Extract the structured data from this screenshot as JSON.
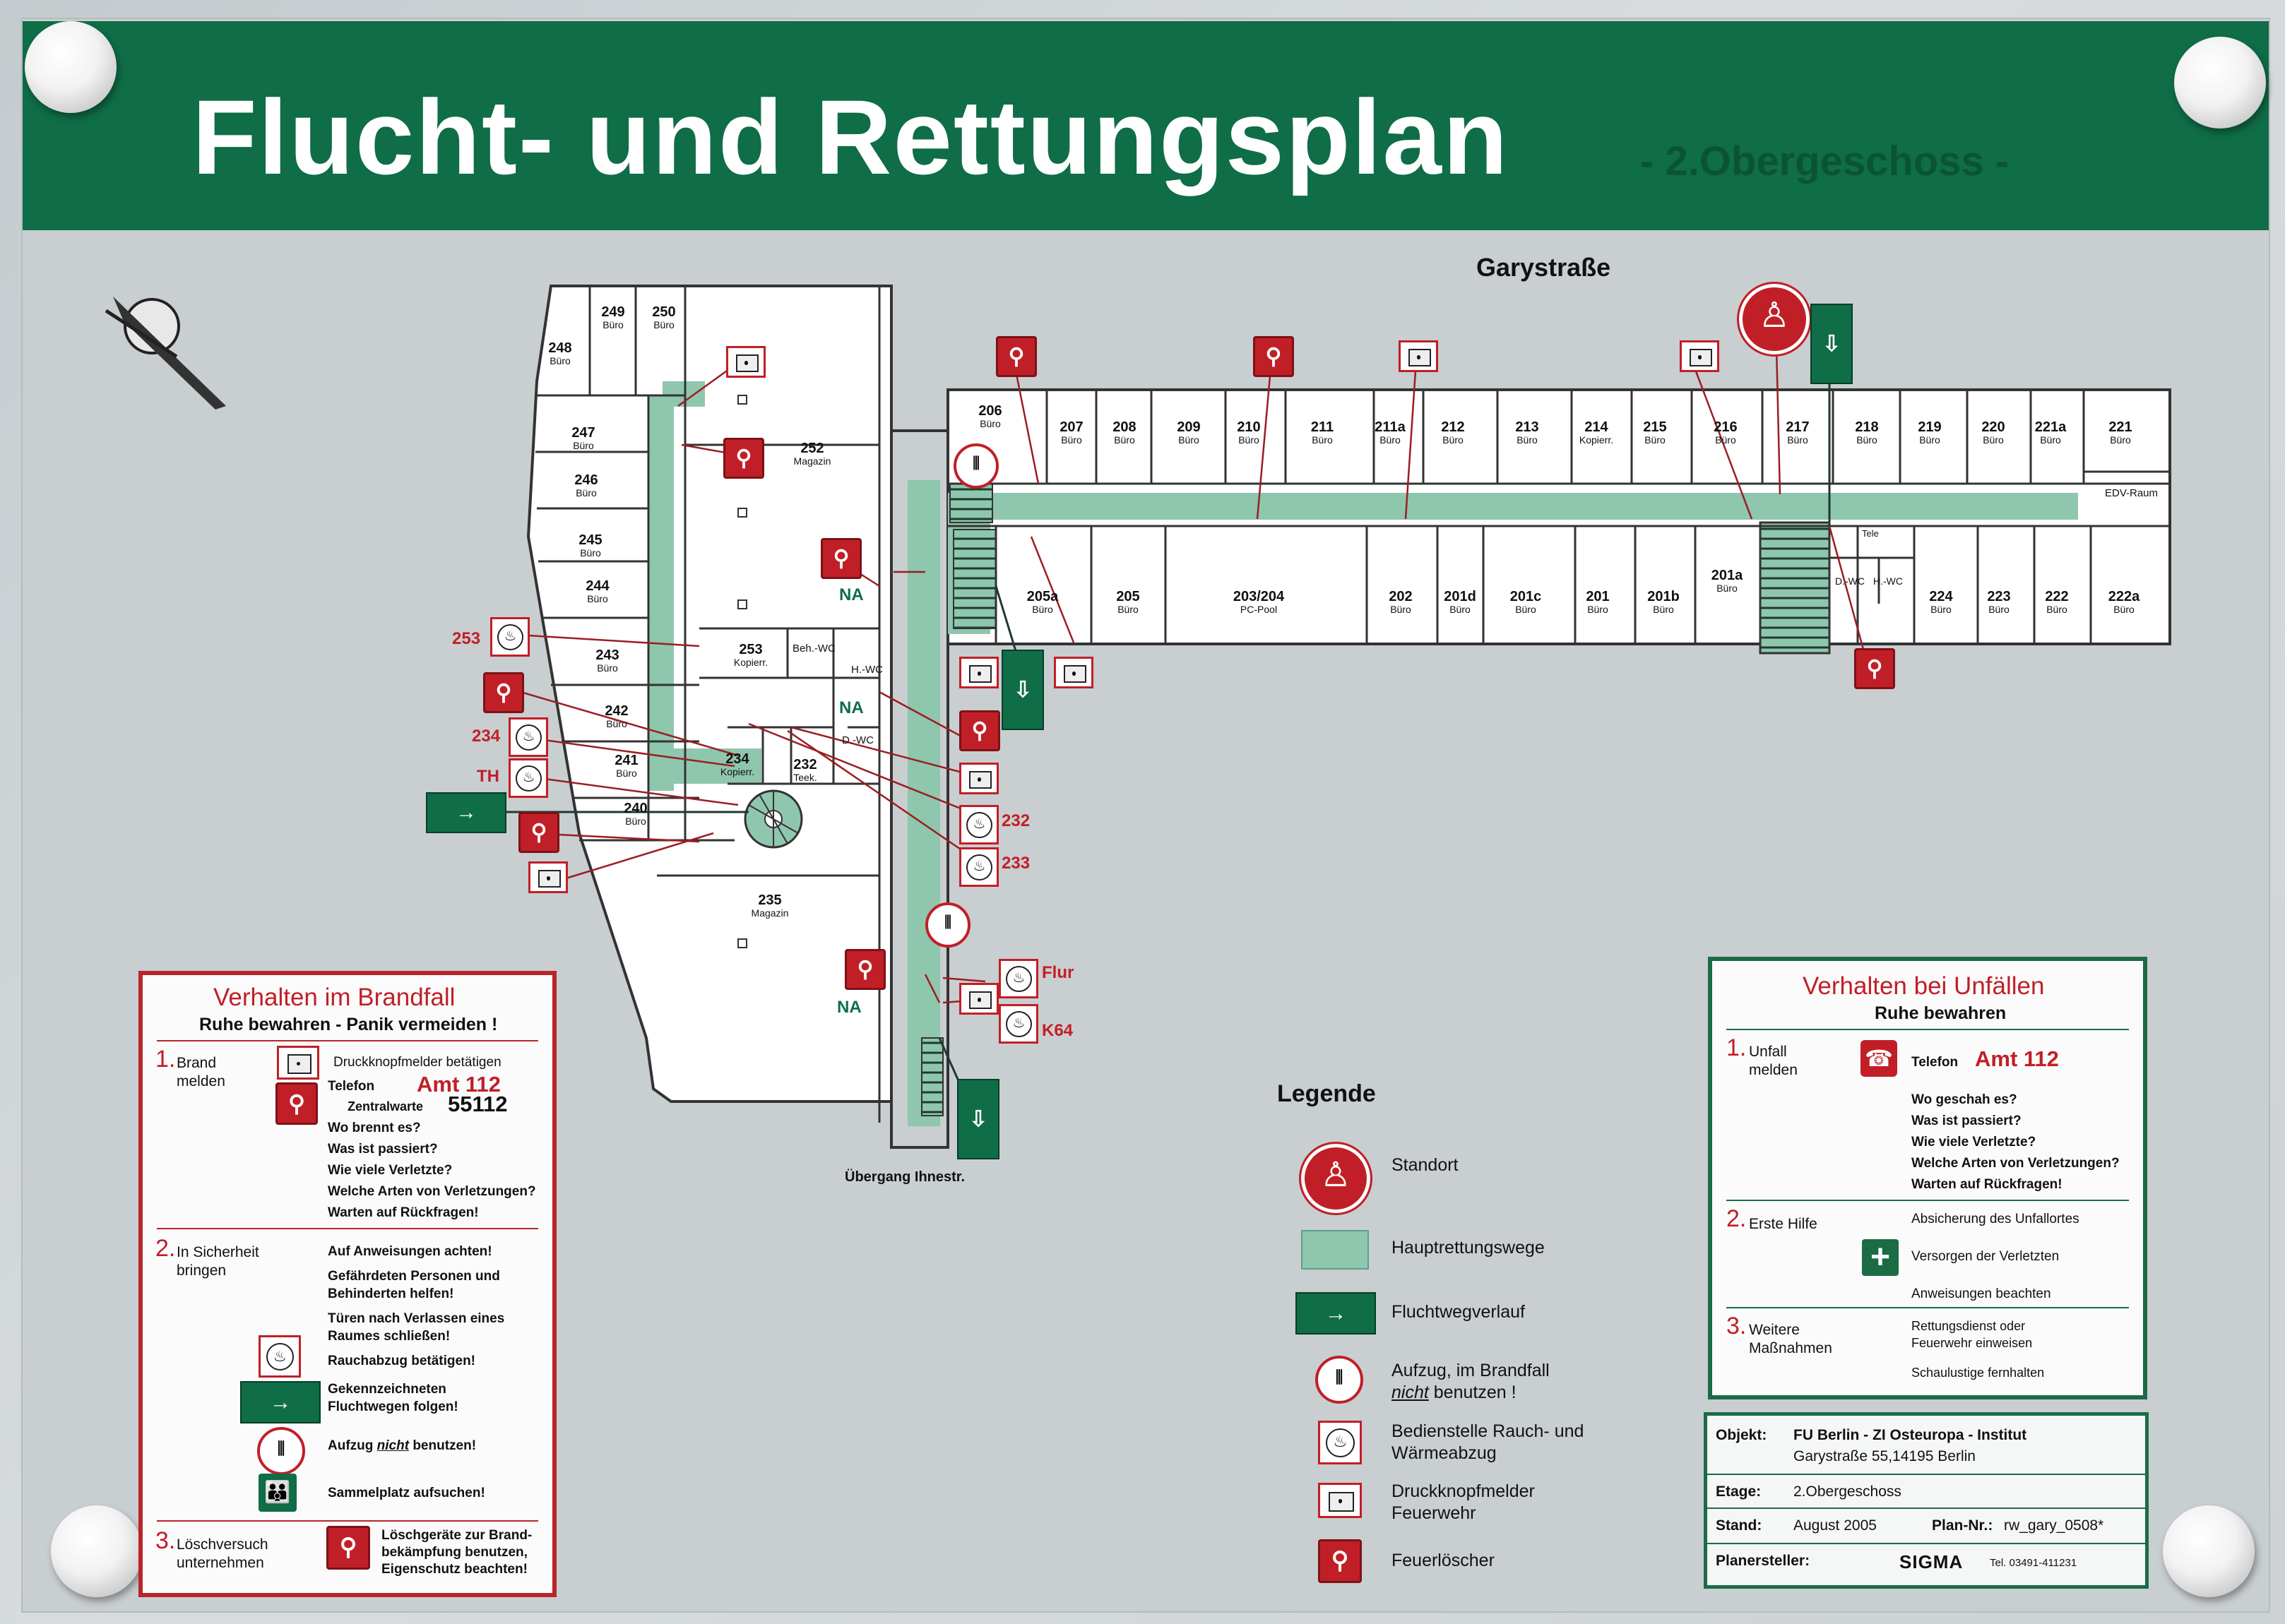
{
  "header": {
    "title": "Flucht- und Rettungsplan",
    "floor_subtitle": "- 2.Obergeschoss -"
  },
  "map": {
    "street_label": "Garystraße",
    "passage_label": "Übergang Ihnestr.",
    "rooms": [
      {
        "id": "249",
        "name": "Büro"
      },
      {
        "id": "250",
        "name": "Büro"
      },
      {
        "id": "248",
        "name": "Büro"
      },
      {
        "id": "247",
        "name": "Büro"
      },
      {
        "id": "246",
        "name": "Büro"
      },
      {
        "id": "245",
        "name": "Büro"
      },
      {
        "id": "244",
        "name": "Büro"
      },
      {
        "id": "243",
        "name": "Büro"
      },
      {
        "id": "242",
        "name": "Büro"
      },
      {
        "id": "241",
        "name": "Büro"
      },
      {
        "id": "240",
        "name": "Büro"
      },
      {
        "id": "252",
        "name": "Magazin"
      },
      {
        "id": "235",
        "name": "Magazin"
      },
      {
        "id": "253",
        "name": "Kopierr."
      },
      {
        "id": "234",
        "name": "Kopierr."
      },
      {
        "id": "232",
        "name": "Teek."
      },
      {
        "id": "206",
        "name": "Büro"
      },
      {
        "id": "207",
        "name": "Büro"
      },
      {
        "id": "208",
        "name": "Büro"
      },
      {
        "id": "209",
        "name": "Büro"
      },
      {
        "id": "210",
        "name": "Büro"
      },
      {
        "id": "211",
        "name": "Büro"
      },
      {
        "id": "211a",
        "name": "Büro"
      },
      {
        "id": "212",
        "name": "Büro"
      },
      {
        "id": "213",
        "name": "Büro"
      },
      {
        "id": "214",
        "name": "Kopierr."
      },
      {
        "id": "215",
        "name": "Büro"
      },
      {
        "id": "216",
        "name": "Büro"
      },
      {
        "id": "217",
        "name": "Büro"
      },
      {
        "id": "218",
        "name": "Büro"
      },
      {
        "id": "219",
        "name": "Büro"
      },
      {
        "id": "220",
        "name": "Büro"
      },
      {
        "id": "221a",
        "name": "Büro"
      },
      {
        "id": "221",
        "name": "Büro"
      },
      {
        "id": "205a",
        "name": "Büro"
      },
      {
        "id": "205",
        "name": "Büro"
      },
      {
        "id": "203/204",
        "name": "PC-Pool"
      },
      {
        "id": "202",
        "name": "Büro"
      },
      {
        "id": "201d",
        "name": "Büro"
      },
      {
        "id": "201c",
        "name": "Büro"
      },
      {
        "id": "201",
        "name": "Büro"
      },
      {
        "id": "201b",
        "name": "Büro"
      },
      {
        "id": "201a",
        "name": "Büro"
      },
      {
        "id": "224",
        "name": "Büro"
      },
      {
        "id": "223",
        "name": "Büro"
      },
      {
        "id": "222",
        "name": "Büro"
      },
      {
        "id": "222a",
        "name": "Büro"
      }
    ],
    "misc_labels": {
      "beh_wc": "Beh.-WC",
      "h_wc": "H.-WC",
      "d_wc": "D.-WC",
      "edv": "EDV-Raum",
      "d_wc2": "D.-WC",
      "h_wc2": "H.-WC",
      "tele": "Tele"
    },
    "callouts": {
      "c253": "253",
      "c234": "234",
      "c232": "232",
      "c233": "233",
      "th": "TH",
      "flur": "Flur",
      "k64": "K64",
      "na": "NA"
    }
  },
  "brandfall": {
    "title": "Verhalten im Brandfall",
    "subtitle": "Ruhe bewahren - Panik vermeiden !",
    "step1": {
      "num": "1.",
      "label1": "Brand",
      "label2": "melden",
      "l1": "Druckknopfmelder betätigen",
      "l2": "Telefon",
      "amt": "Amt 112",
      "zentral": "Zentralwarte",
      "zentral_num": "55112",
      "q1": "Wo brennt es?",
      "q2": "Was ist passiert?",
      "q3": "Wie viele Verletzte?",
      "q4": "Welche Arten von Verletzungen?",
      "q5": "Warten auf Rückfragen!"
    },
    "step2": {
      "num": "2.",
      "label1": "In Sicherheit",
      "label2": "bringen",
      "l1": "Auf Anweisungen achten!",
      "l2": "Gefährdeten Personen und",
      "l3": "Behinderten helfen!",
      "l4": "Türen nach Verlassen eines",
      "l5": "Raumes schließen!",
      "l6": "Rauchabzug betätigen!",
      "l7": "Gekennzeichneten",
      "l8": "Fluchtwegen folgen!",
      "l9a": "Aufzug ",
      "l9b": "nicht",
      "l9c": " benutzen!",
      "l10": "Sammelplatz aufsuchen!"
    },
    "step3": {
      "num": "3.",
      "label1": "Löschversuch",
      "label2": "unternehmen",
      "l1": "Löschgeräte zur Brand-",
      "l2": "bekämpfung benutzen,",
      "l3": "Eigenschutz beachten!"
    }
  },
  "legend": {
    "title": "Legende",
    "items": {
      "standort": "Standort",
      "haupt": "Hauptrettungswege",
      "flucht": "Fluchtwegverlauf",
      "aufzug1": "Aufzug, im Brandfall",
      "aufzug2a": "nicht",
      "aufzug2b": " benutzen !",
      "rauch1": "Bedienstelle Rauch- und",
      "rauch2": "Wärmeabzug",
      "druck1": "Druckknopfmelder",
      "druck2": "Feuerwehr",
      "loescher": "Feuerlöscher"
    }
  },
  "unfall": {
    "title": "Verhalten bei Unfällen",
    "subtitle": "Ruhe bewahren",
    "step1": {
      "num": "1.",
      "label1": "Unfall",
      "label2": "melden",
      "tel": "Telefon",
      "amt": "Amt 112",
      "q1": "Wo geschah es?",
      "q2": "Was ist passiert?",
      "q3": "Wie viele Verletzte?",
      "q4": "Welche Arten von Verletzungen?",
      "q5": "Warten auf Rückfragen!"
    },
    "step2": {
      "num": "2.",
      "label1": "Erste Hilfe",
      "l1": "Absicherung des Unfallortes",
      "l2": "Versorgen der Verletzten",
      "l3": "Anweisungen beachten"
    },
    "step3": {
      "num": "3.",
      "label1": "Weitere",
      "label2": "Maßnahmen",
      "l1": "Rettungsdienst oder",
      "l2": "Feuerwehr einweisen",
      "l3": "Schaulustige fernhalten"
    }
  },
  "info": {
    "objekt_label": "Objekt:",
    "objekt1": "FU Berlin - ZI Osteuropa - Institut",
    "objekt2": "Garystraße 55,14195 Berlin",
    "etage_label": "Etage:",
    "etage": "2.Obergeschoss",
    "stand_label": "Stand:",
    "stand": "August 2005",
    "plan_label": "Plan-Nr.:",
    "plan": "rw_gary_0508*",
    "planer_label": "Planersteller:",
    "planer": "SIGMA",
    "tel": "Tel. 03491-411231"
  },
  "colors": {
    "green": "#0f6d47",
    "red": "#c11f27",
    "route": "#8fc6ae"
  }
}
